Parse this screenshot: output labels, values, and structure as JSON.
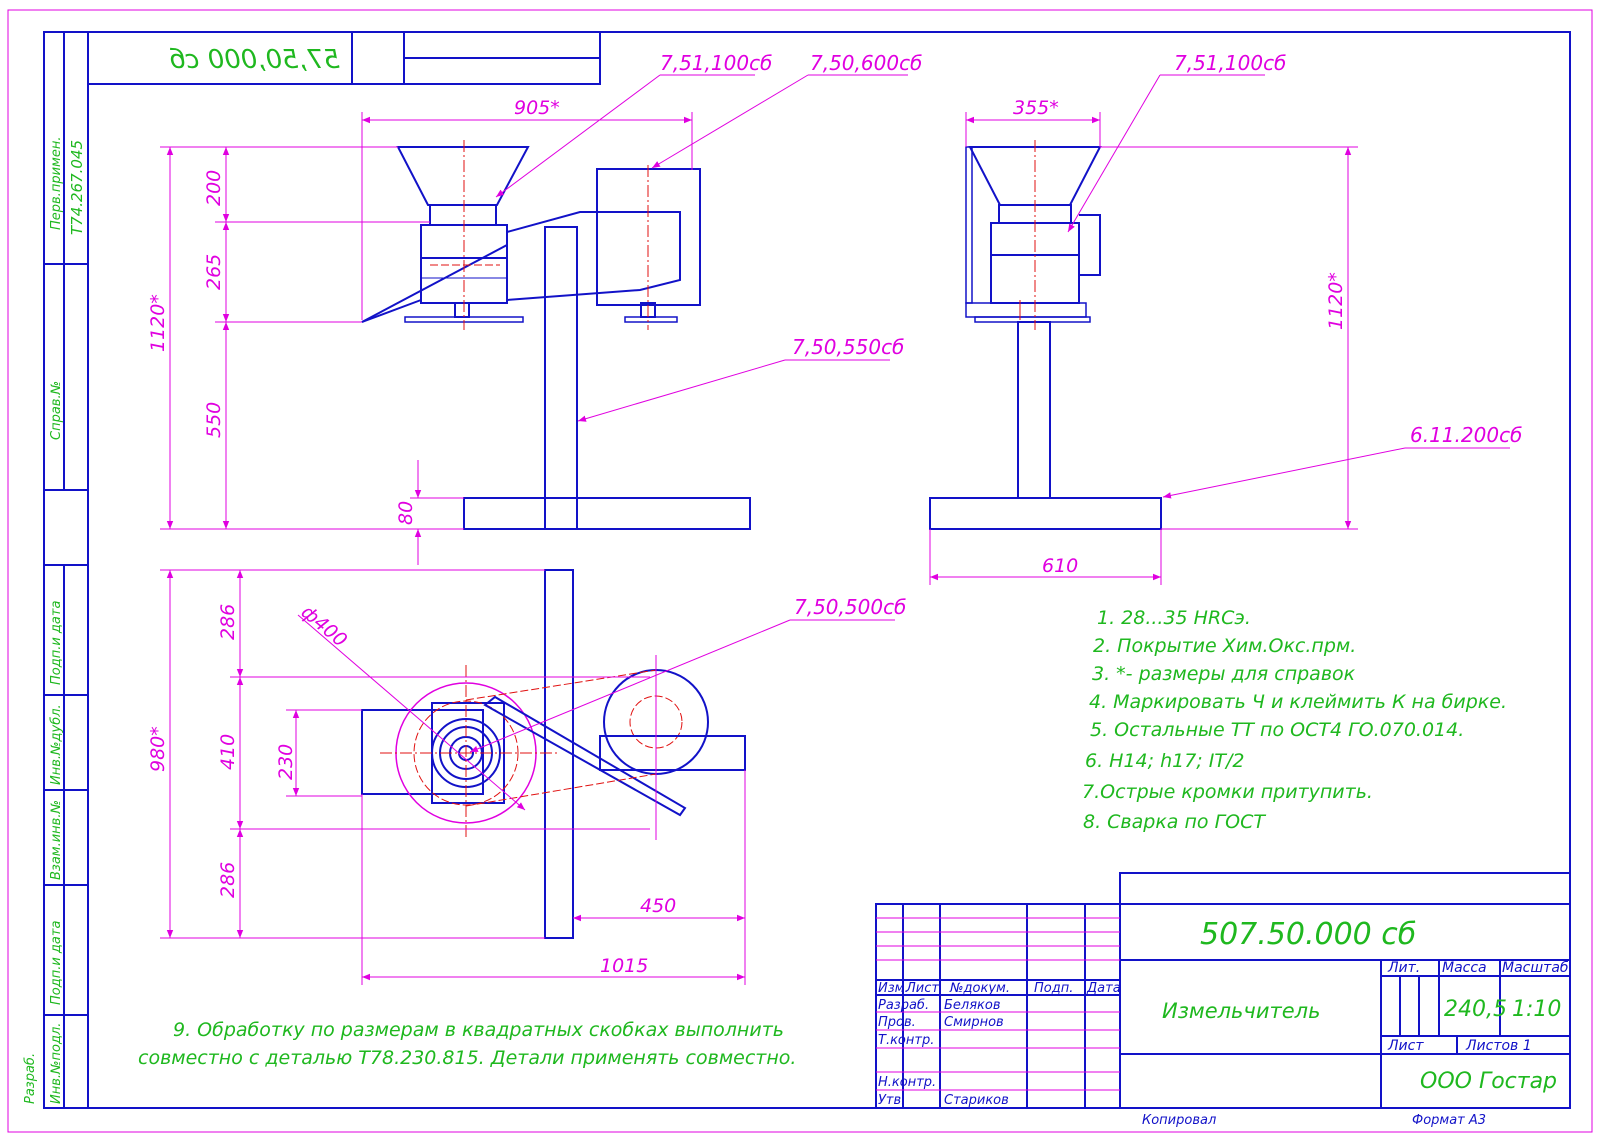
{
  "drawing": {
    "designation_mirrored": "57,50,000 сб",
    "designation": "507.50.000 сб",
    "title": "Измельчитель",
    "mass": "240,5",
    "scale": "1:10",
    "org": "ООО Гостар",
    "sheet_label": "Лист",
    "sheets_label": "Листов 1",
    "copied": "Копировал",
    "format": "Формат А3"
  },
  "title_block": {
    "col_lit": "Лит.",
    "col_mass": "Масса",
    "col_scale": "Масштаб",
    "row_header": [
      "Изм.",
      "Лист",
      "№докум.",
      "Подп.",
      "Дата"
    ],
    "roles": [
      "Разраб.",
      "Пров.",
      "Т.контр.",
      "Н.контр.",
      "Утв."
    ],
    "names": [
      "Беляков",
      "Смирнов",
      "",
      "",
      "Стариков"
    ]
  },
  "side_stamps": {
    "perv_primen": "Перв.примен.",
    "perv_code": "Т74.267.045",
    "sprav": "Справ.№",
    "podp_data1": "Подп.и дата",
    "inv_dubl": "Инв.№дубл.",
    "vzam_inv": "Взам.инв.№",
    "podp_data2": "Подп.и дата",
    "inv_podl": "Инв.№подл.",
    "razrab": "Разраб."
  },
  "callouts": {
    "c1": "7,51,100сб",
    "c2": "7,50,600сб",
    "c3": "7,51,100сб",
    "c4": "7,50,550сб",
    "c5": "6.11.200сб",
    "c6": "7,50,500сб"
  },
  "dims": {
    "d905": "905*",
    "d355": "355*",
    "d1120a": "1120*",
    "d1120b": "1120*",
    "d200": "200",
    "d265": "265",
    "d550": "550",
    "d80": "80",
    "d610": "610",
    "d980": "980*",
    "d286a": "286",
    "d410": "410",
    "d230": "230",
    "d286b": "286",
    "d400": "ф400",
    "d450": "450",
    "d1015": "1015"
  },
  "notes": [
    "1. 28...35 HRCэ.",
    "2. Покрытие Хим.Окс.прм.",
    "3. *- размеры для справок",
    "4. Маркировать Ч и клеймить К на бирке.",
    "5. Остальные ТТ по ОСТ4 ГО.070.014.",
    "6. H14; h17; IT/2",
    "7.Острые кромки притупить.",
    "8. Сварка по ГОСТ"
  ],
  "note9_line1": "9. Обработку по размерам в квадратных скобках выполнить",
  "note9_line2": "совместно с деталью Т78.230.815. Детали применять совместно."
}
